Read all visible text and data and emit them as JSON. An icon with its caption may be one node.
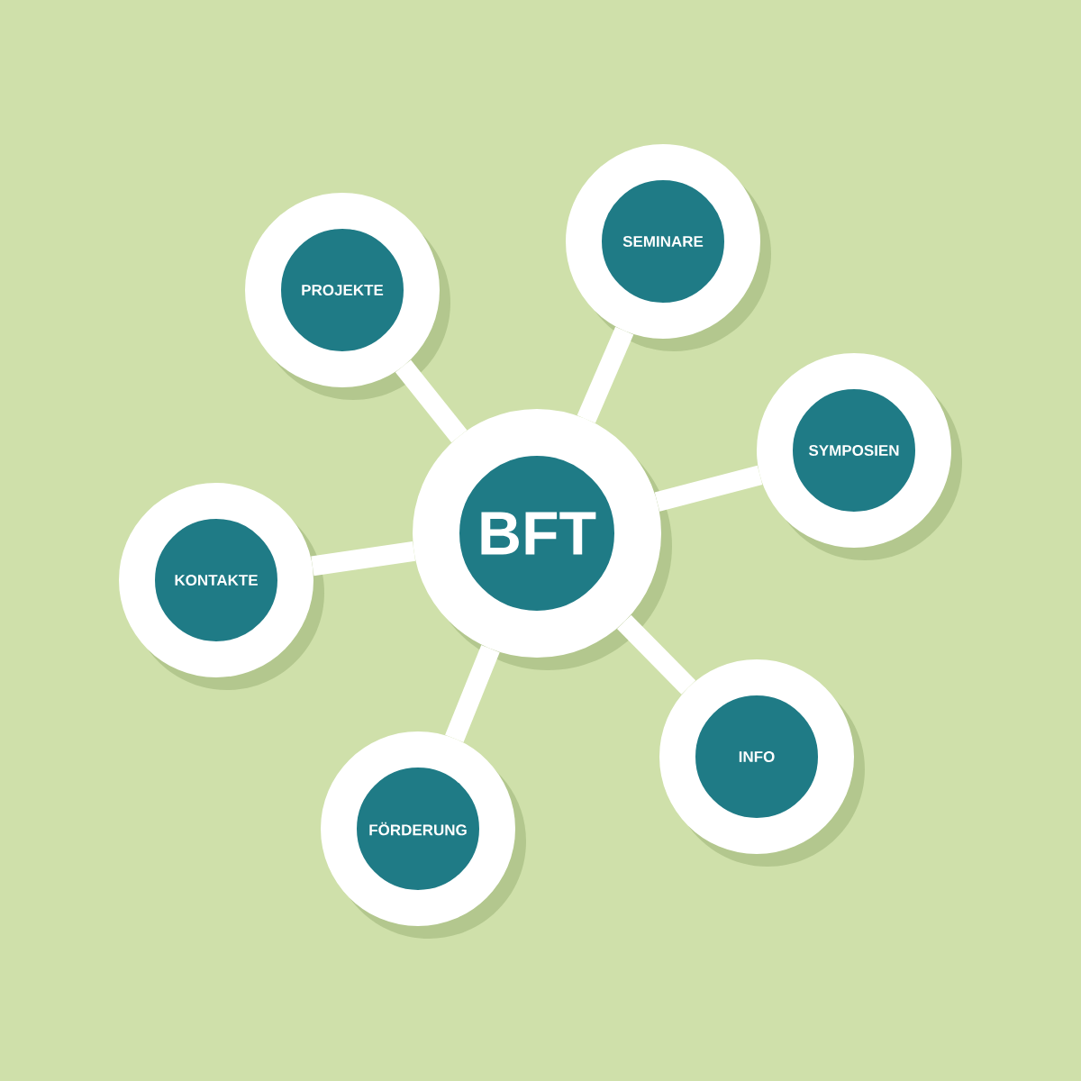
{
  "diagram": {
    "nodes": [
      {
        "text": [
          "BFT"
        ]
      },
      {
        "text": [
          "PROJEKTE"
        ]
      },
      {
        "text": [
          "SEMINARE"
        ]
      },
      {
        "text": [
          "SYMPOSIEN"
        ]
      },
      {
        "text": [
          "KONTAKTE"
        ]
      },
      {
        "text": [
          "INFO"
        ]
      },
      {
        "text": [
          "FÖRDERUNG"
        ]
      }
    ],
    "edges": [
      {
        "from": 0,
        "to": 1,
        "arrow": "none"
      },
      {
        "from": 0,
        "to": 2,
        "arrow": "none"
      },
      {
        "from": 0,
        "to": 3,
        "arrow": "none"
      },
      {
        "from": 0,
        "to": 4,
        "arrow": "none"
      },
      {
        "from": 0,
        "to": 5,
        "arrow": "none"
      },
      {
        "from": 0,
        "to": 6,
        "arrow": "none"
      }
    ]
  }
}
